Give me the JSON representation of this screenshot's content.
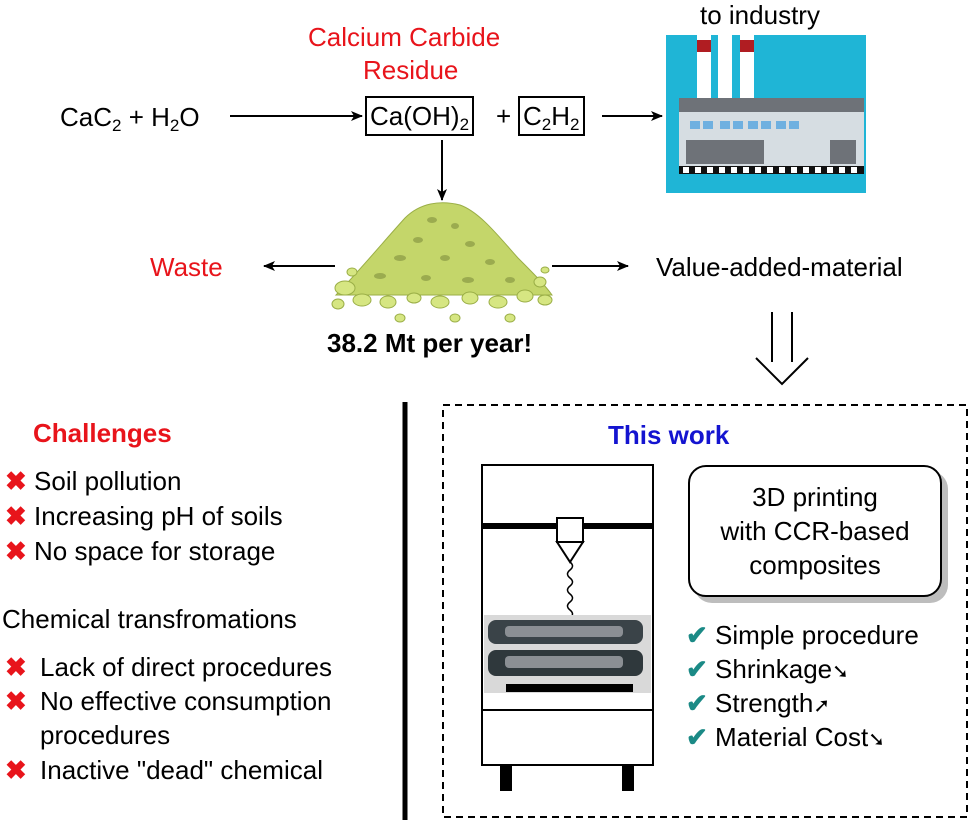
{
  "top": {
    "reaction_left": {
      "a": "CaC",
      "a_sub": "2",
      "plus1": "+",
      "b": "H",
      "b_sub": "2",
      "b_end": "O"
    },
    "ccr_label_line1": "Calcium Carbide",
    "ccr_label_line2": "Residue",
    "product1": {
      "pre": "Ca(OH)",
      "sub": "2"
    },
    "plus2": "+",
    "product2": {
      "a": "C",
      "a_sub": "2",
      "b": "H",
      "b_sub": "2"
    },
    "industry_label": "to industry"
  },
  "middle": {
    "waste": "Waste",
    "value_added": "Value-added-material",
    "amount": "38.2 Mt per year!"
  },
  "challenges": {
    "title": "Challenges",
    "marker": "✖",
    "items": [
      "Soil pollution",
      "Increasing pH of soils",
      "No space for storage"
    ]
  },
  "chemical": {
    "title": "Chemical transfromations",
    "items": [
      "Lack of direct procedures",
      "No effective consumption",
      "procedures",
      "Inactive \"dead\" chemical"
    ]
  },
  "this_work": {
    "title": "This work",
    "box_lines": [
      "3D printing",
      "with CCR-based",
      "composites"
    ],
    "check": "✔",
    "benefits": [
      "Simple procedure",
      "Shrinkage",
      "Strength",
      "Material Cost"
    ],
    "trend_down": "➘",
    "trend_up": "➚"
  },
  "colors": {
    "red": "#e8141b",
    "blue": "#1414d0",
    "teal": "#1b8a86",
    "pile": "#c4d66a",
    "factory_sky": "#1fb5d6"
  },
  "icons": [
    "factory-icon",
    "ccr-pile-icon",
    "printer-icon",
    "cross-icon",
    "check-icon"
  ]
}
